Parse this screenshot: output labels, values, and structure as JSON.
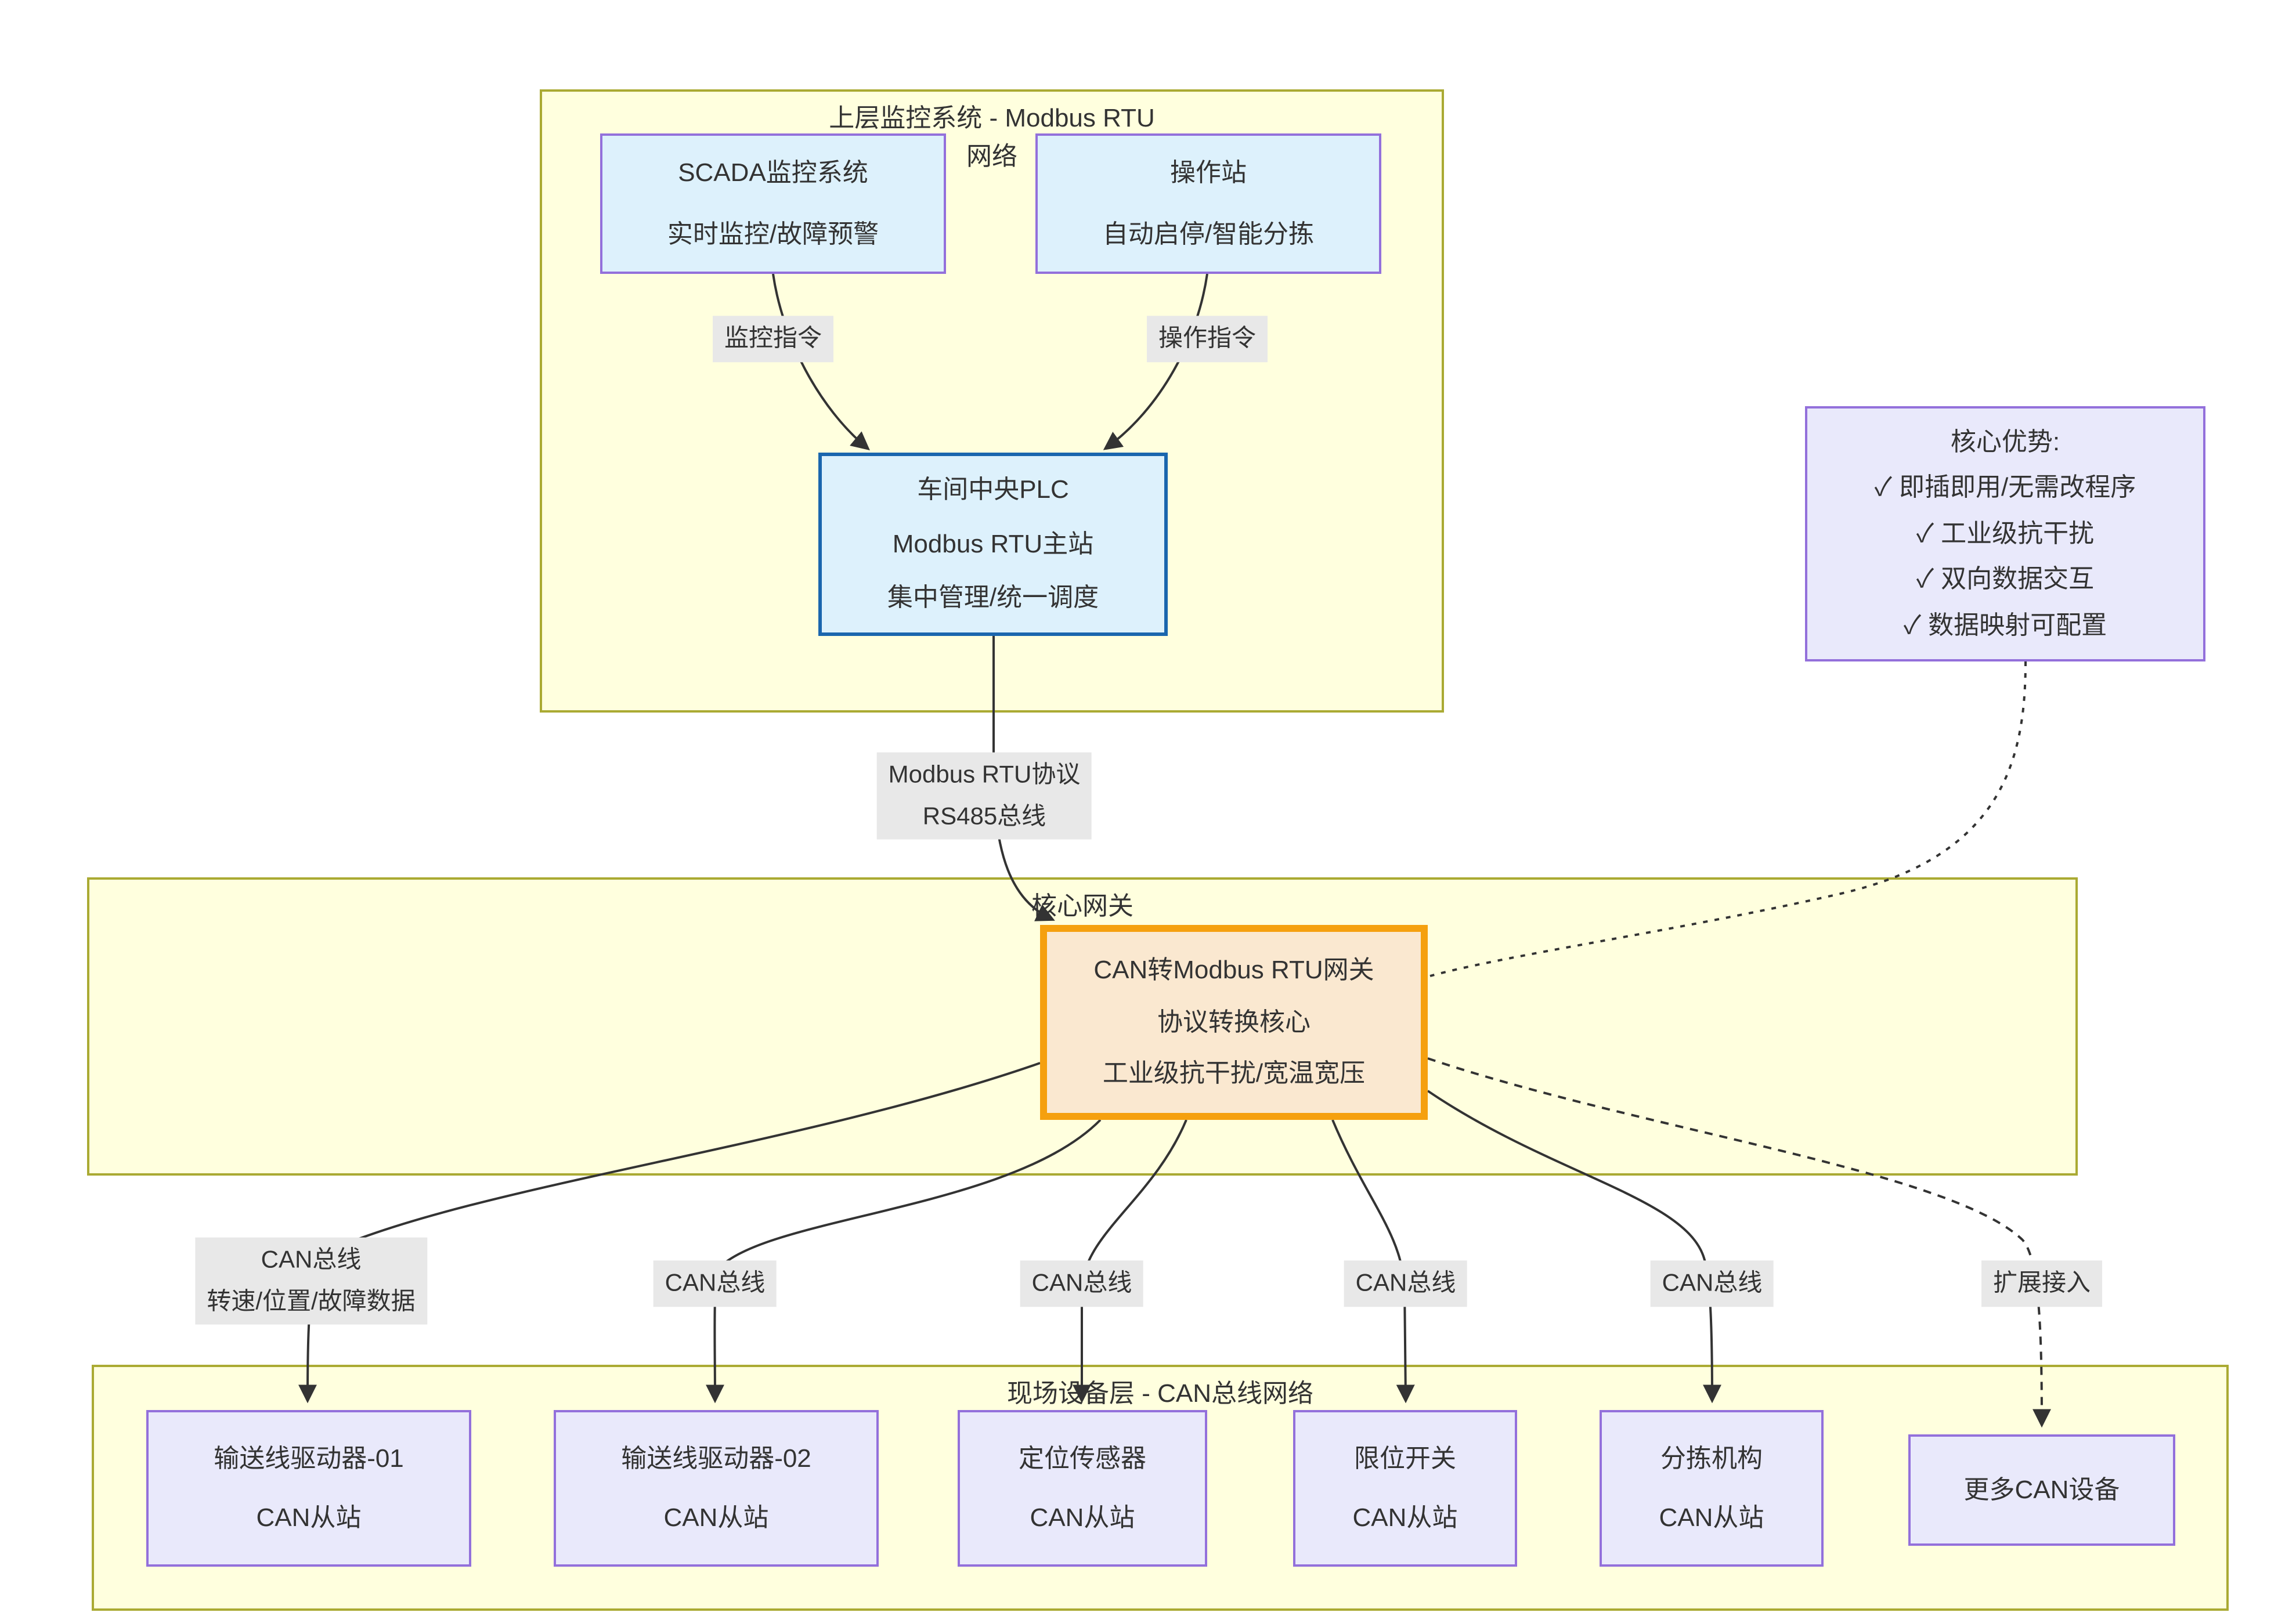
{
  "colors": {
    "page_bg": "#ffffff",
    "group_fill": "#ffffde",
    "group_border": "#aaaa33",
    "blue_fill": "#ddf1fc",
    "blue_border": "#9370db",
    "plc_fill": "#ddf1fc",
    "plc_border": "#1a66ae",
    "gateway_fill": "#fae8d0",
    "gateway_border": "#f5a00f",
    "purple_fill": "#e9e9fb",
    "purple_border": "#9370db",
    "label_bg": "#e8e8e8",
    "text": "#333333",
    "edge": "#333333"
  },
  "groups": {
    "supervisory": {
      "title_line1": "上层监控系统 - Modbus RTU",
      "title_line2": "网络"
    },
    "gateway_layer": {
      "title": "核心网关"
    },
    "field_layer": {
      "title": "现场设备层 - CAN总线网络"
    }
  },
  "nodes": {
    "scada": {
      "lines": [
        "SCADA监控系统",
        "实时监控/故障预警"
      ]
    },
    "operator_station": {
      "lines": [
        "操作站",
        "自动启停/智能分拣"
      ]
    },
    "plc": {
      "lines": [
        "车间中央PLC",
        "Modbus RTU主站",
        "集中管理/统一调度"
      ]
    },
    "advantages": {
      "lines": [
        "核心优势:",
        "✓ 即插即用/无需改程序",
        "✓ 工业级抗干扰",
        "✓ 双向数据交互",
        "✓ 数据映射可配置"
      ]
    },
    "gateway": {
      "lines": [
        "CAN转Modbus RTU网关",
        "协议转换核心",
        "工业级抗干扰/宽温宽压"
      ]
    },
    "drive01": {
      "lines": [
        "输送线驱动器-01",
        "CAN从站"
      ]
    },
    "drive02": {
      "lines": [
        "输送线驱动器-02",
        "CAN从站"
      ]
    },
    "position_sensor": {
      "lines": [
        "定位传感器",
        "CAN从站"
      ]
    },
    "limit_switch": {
      "lines": [
        "限位开关",
        "CAN从站"
      ]
    },
    "sorter": {
      "lines": [
        "分拣机构",
        "CAN从站"
      ]
    },
    "more_devices": {
      "lines": [
        "更多CAN设备"
      ]
    }
  },
  "edge_labels": {
    "monitor_cmd": "监控指令",
    "operate_cmd": "操作指令",
    "modbus_line1": "Modbus RTU协议",
    "modbus_line2": "RS485总线",
    "can1_line1": "CAN总线",
    "can1_line2": "转速/位置/故障数据",
    "can2": "CAN总线",
    "can3": "CAN总线",
    "can4": "CAN总线",
    "can5": "CAN总线",
    "expand": "扩展接入"
  }
}
